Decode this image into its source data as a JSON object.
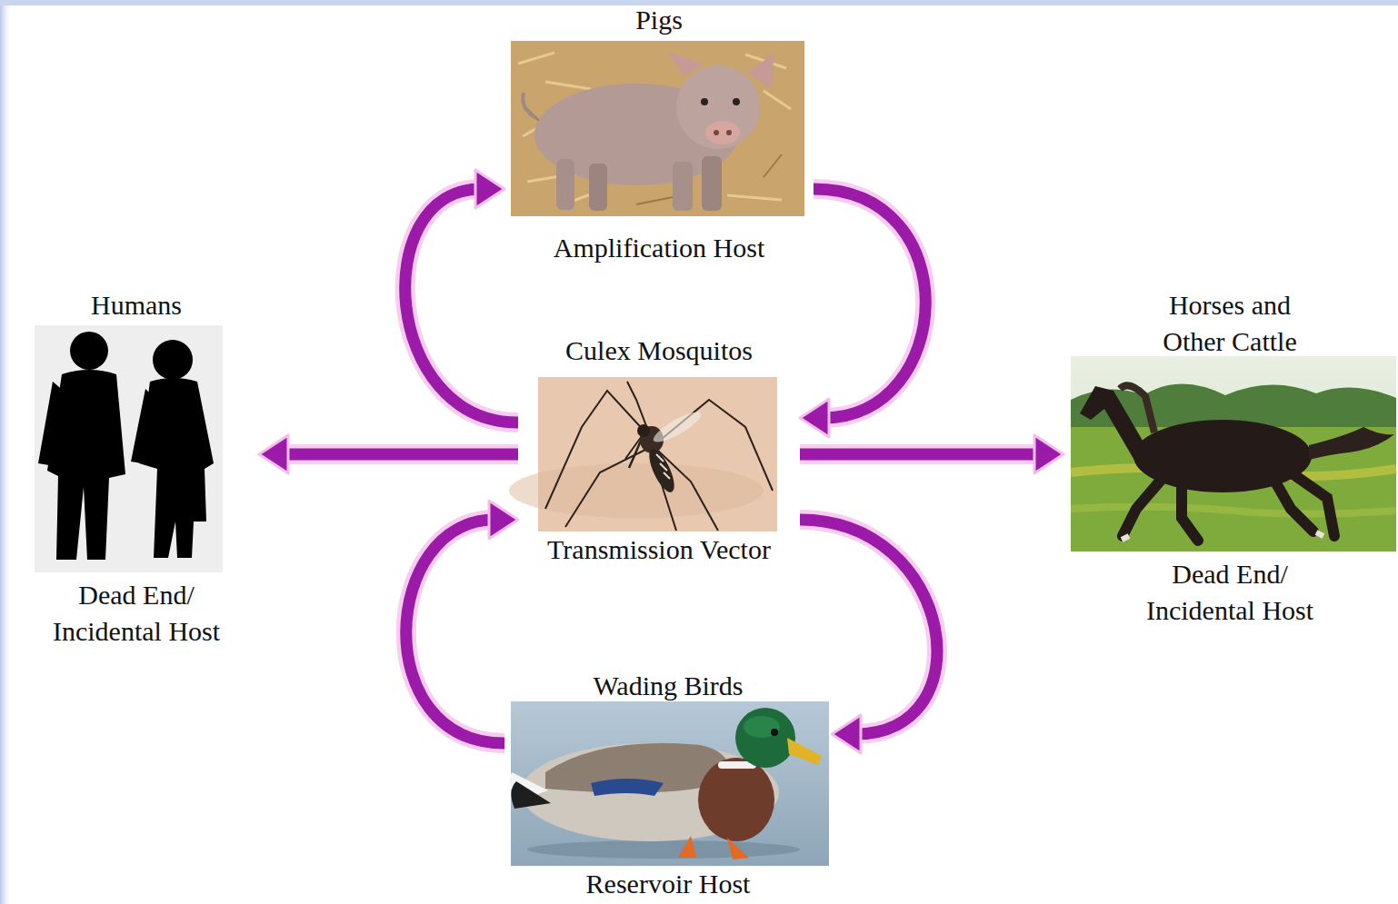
{
  "diagram": {
    "nodes": [
      {
        "text": [
          "Pigs",
          "Amplification Host"
        ]
      },
      {
        "text": [
          "Culex Mosquitos",
          "Transmission Vector"
        ]
      },
      {
        "text": [
          "Humans",
          "Dead End/ Incidental Host"
        ]
      },
      {
        "text": [
          "Horses and Other Cattle",
          "Dead End/ Incidental Host"
        ]
      },
      {
        "text": [
          "Wading Birds",
          "Reservoir Host"
        ]
      }
    ],
    "edges": [
      {
        "from": 1,
        "to": 0,
        "arrow": "to"
      },
      {
        "from": 0,
        "to": 1,
        "arrow": "to"
      },
      {
        "from": 1,
        "to": 2,
        "arrow": "to"
      },
      {
        "from": 1,
        "to": 3,
        "arrow": "to"
      },
      {
        "from": 1,
        "to": 4,
        "arrow": "to"
      },
      {
        "from": 4,
        "to": 1,
        "arrow": "to"
      }
    ]
  }
}
